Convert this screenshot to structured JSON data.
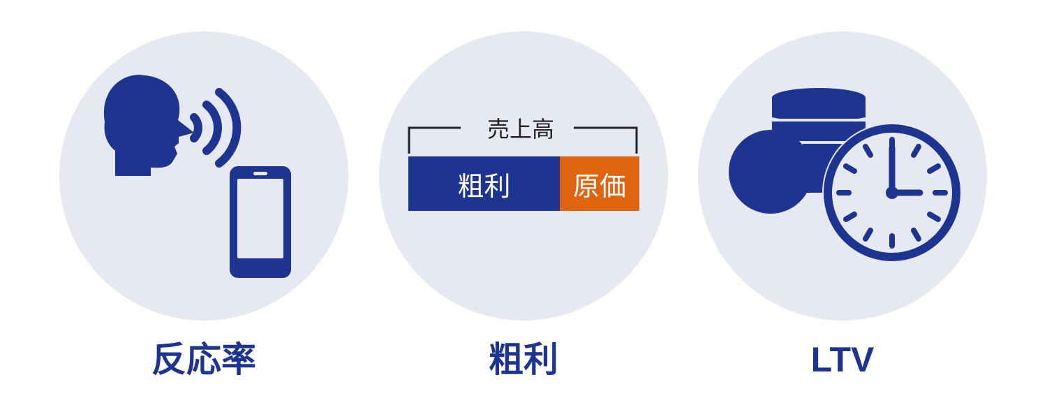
{
  "colors": {
    "primary": "#1d3590",
    "accent": "#e06310",
    "disc": "#e6e8f2",
    "text_dark": "#222222"
  },
  "items": [
    {
      "label": "反応率",
      "icon": "speaking-head-smartphone-icon"
    },
    {
      "label": "粗利",
      "icon": "sales-breakdown-bar"
    },
    {
      "label": "LTV",
      "icon": "coins-clock-icon"
    }
  ],
  "gross_profit_diagram": {
    "sales_label": "売上高",
    "gross_label": "粗利",
    "cost_label": "原価"
  }
}
